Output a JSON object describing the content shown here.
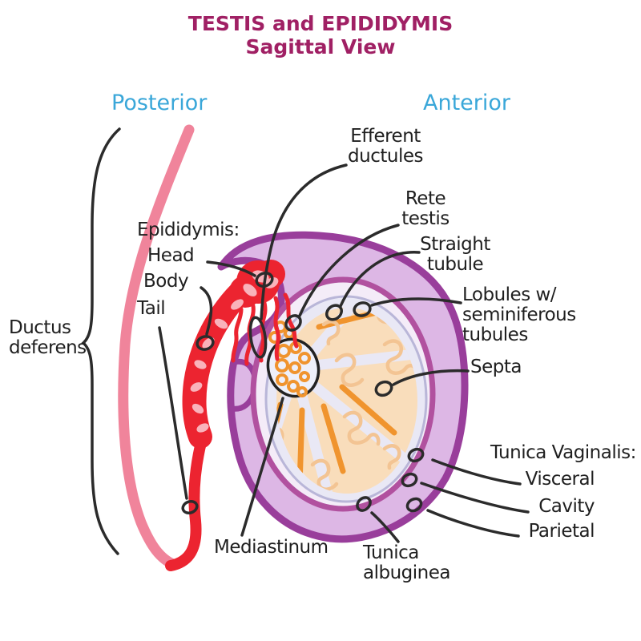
{
  "title": {
    "line1": "TESTIS and EPIDIDYMIS",
    "line2": "Sagittal View"
  },
  "orientation": {
    "posterior": "Posterior",
    "anterior": "Anterior"
  },
  "labels": {
    "efferent_ductules": "Efferent\nductules",
    "rete_testis": "Rete\ntestis",
    "straight_tubule": "Straight\ntubule",
    "lobules_seminiferous": "Lobules w/\nseminiferous\ntubules",
    "septa": "Septa",
    "tunica_vaginalis_header": "Tunica Vaginalis:",
    "tv_visceral": "Visceral",
    "tv_cavity": "Cavity",
    "tv_parietal": "Parietal",
    "tunica_albuginea": "Tunica\nalbuginea",
    "mediastinum": "Mediastinum",
    "epididymis_header": "Epididymis:",
    "epididymis_head": "Head",
    "epididymis_body": "Body",
    "epididymis_tail": "Tail",
    "ductus_deferens": "Ductus\ndeferens"
  },
  "colors": {
    "title": "#a02064",
    "orientation": "#3aa7d9",
    "label": "#1f1f1f",
    "line": "#2b2b2b",
    "purple_dark": "#993e9b",
    "purple_light": "#ddb7e5",
    "magenta_ring": "#b1519f",
    "cavity_fill": "#f4ecf8",
    "albuginea_fill": "#e9e8f5",
    "albuginea_stroke": "#b9b6d8",
    "lobule_fill": "#f9ddbb",
    "septa_orange": "#f0942e",
    "squiggle": "#f3c493",
    "red": "#ec2430",
    "pink": "#f0849b",
    "pink_oval": "#f9b3bb"
  }
}
